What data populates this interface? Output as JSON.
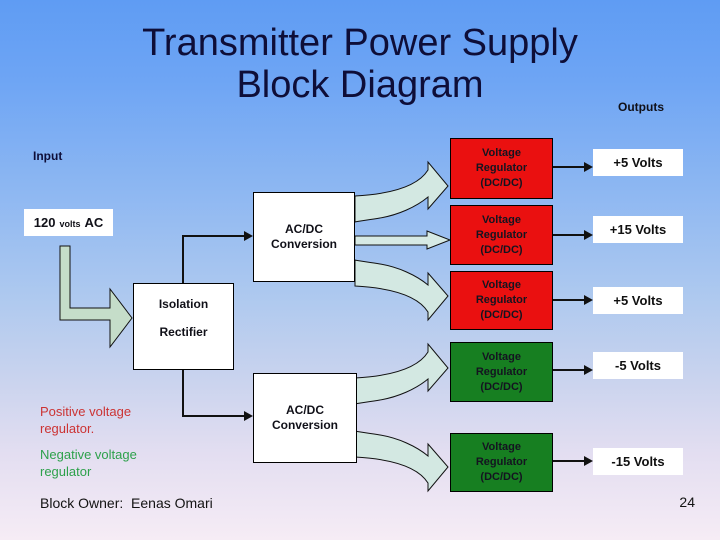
{
  "slide": {
    "title": {
      "line1": "Transmitter Power Supply",
      "line2": "Block Diagram"
    },
    "labels": {
      "outputs": "Outputs",
      "input": "Input"
    },
    "source": {
      "value": "120",
      "unit": "volts",
      "suffix": "AC"
    },
    "isolation": {
      "line1": "Isolation",
      "line2": "Rectifier"
    },
    "acdc": {
      "line1": "AC/DC",
      "line2": "Conversion"
    },
    "regulators": [
      {
        "lines": [
          "Voltage",
          "Regulator",
          "(DC/DC)"
        ],
        "polarity": "positive",
        "output": "+5 Volts"
      },
      {
        "lines": [
          "Voltage",
          "Regulator",
          "(DC/DC)"
        ],
        "polarity": "positive",
        "output": "+15 Volts"
      },
      {
        "lines": [
          "Voltage",
          "Regulator",
          "(DC/DC)"
        ],
        "polarity": "positive",
        "output": "+5 Volts"
      },
      {
        "lines": [
          "Voltage",
          "Regulator",
          "(DC/DC)"
        ],
        "polarity": "negative",
        "output": "-5 Volts"
      },
      {
        "lines": [
          "Voltage",
          "Regulator",
          "(DC/DC)"
        ],
        "polarity": "negative",
        "output": "-15 Volts"
      }
    ],
    "notes": {
      "positive": "Positive voltage regulator.",
      "negative": "Negative voltage regulator"
    },
    "footer": {
      "owner": "Block Owner:  Eenas Omari",
      "page": "24"
    },
    "colors": {
      "regulator_positive": "#ea1010",
      "regulator_negative": "#177f21",
      "flow_arrow_fill": "#d3e8e2",
      "input_arrow_fill": "#c5ddc9",
      "connector_stroke": "#111111",
      "title_text": "#0e0e38",
      "note_positive_text": "#cc3333",
      "note_negative_text": "#2da14b",
      "background_top": "#5f9cf3",
      "background_bottom": "#f6ecf5"
    }
  }
}
